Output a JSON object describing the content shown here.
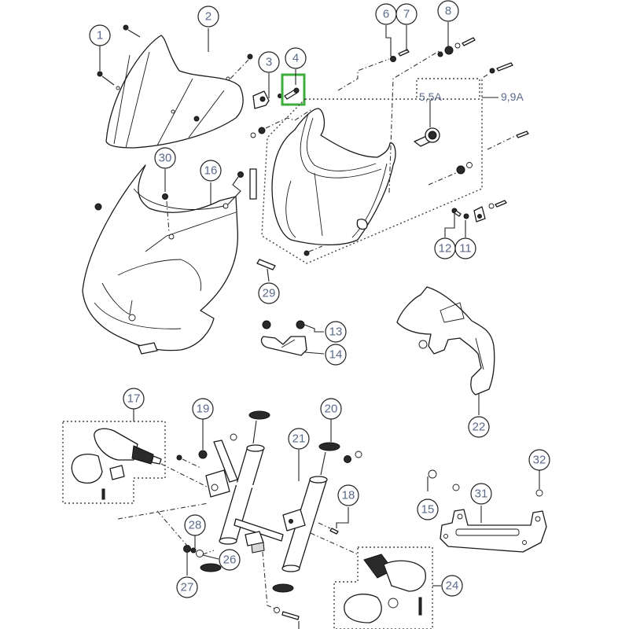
{
  "diagram": {
    "type": "exploded-parts-view",
    "callouts": [
      {
        "id": "1",
        "label": "1"
      },
      {
        "id": "2",
        "label": "2"
      },
      {
        "id": "3",
        "label": "3"
      },
      {
        "id": "4",
        "label": "4"
      },
      {
        "id": "6",
        "label": "6"
      },
      {
        "id": "7",
        "label": "7"
      },
      {
        "id": "8",
        "label": "8"
      },
      {
        "id": "11",
        "label": "11"
      },
      {
        "id": "12",
        "label": "12"
      },
      {
        "id": "13",
        "label": "13"
      },
      {
        "id": "14",
        "label": "14"
      },
      {
        "id": "15",
        "label": "15"
      },
      {
        "id": "16",
        "label": "16"
      },
      {
        "id": "17",
        "label": "17"
      },
      {
        "id": "18",
        "label": "18"
      },
      {
        "id": "19",
        "label": "19"
      },
      {
        "id": "20",
        "label": "20"
      },
      {
        "id": "21",
        "label": "21"
      },
      {
        "id": "22",
        "label": "22"
      },
      {
        "id": "24",
        "label": "24"
      },
      {
        "id": "26",
        "label": "26"
      },
      {
        "id": "27",
        "label": "27"
      },
      {
        "id": "28",
        "label": "28"
      },
      {
        "id": "29",
        "label": "29"
      },
      {
        "id": "30",
        "label": "30"
      },
      {
        "id": "31",
        "label": "31"
      },
      {
        "id": "32",
        "label": "32"
      }
    ],
    "annotations": {
      "bulb_rating": "5,5A",
      "assembly_rating": "9,9A"
    },
    "selected_part": "4",
    "colors": {
      "callout_text": "#5a6a8a",
      "line": "#1a1a1a",
      "highlight": "#3cae3c"
    }
  }
}
